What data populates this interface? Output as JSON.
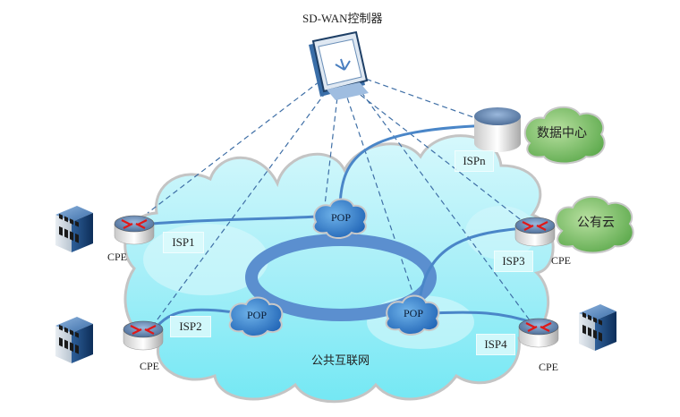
{
  "title": "SD-WAN控制器",
  "internet_label": "公共互联网",
  "nodes": {
    "controller": {
      "label": "SD-WAN控制器",
      "icon": "monitor-icon"
    },
    "datacenter": {
      "label": "数据中心",
      "icon": "green-cloud-icon"
    },
    "public_cloud": {
      "label": "公有云",
      "icon": "green-cloud-icon"
    },
    "ispn_node": {
      "label": "ISPn",
      "icon": "database-cylinder-icon"
    }
  },
  "cpes": [
    {
      "label": "CPE",
      "isp": "ISP1"
    },
    {
      "label": "CPE",
      "isp": "ISP2"
    },
    {
      "label": "CPE",
      "isp": "ISP3"
    },
    {
      "label": "CPE",
      "isp": "ISP4"
    }
  ],
  "pops": [
    {
      "label": "POP"
    },
    {
      "label": "POP"
    },
    {
      "label": "POP"
    }
  ],
  "colors": {
    "link": "#4a86c8",
    "ring": "#5b8fcf",
    "dashed": "#3f6fa6",
    "cloud_fill": "#b9f0f8",
    "cloud_fill_bottom": "#7eeaf5",
    "cloud_stroke": "#c8c8c8",
    "green_cloud": "#7cc36a",
    "router_arrow": "#e01818"
  }
}
